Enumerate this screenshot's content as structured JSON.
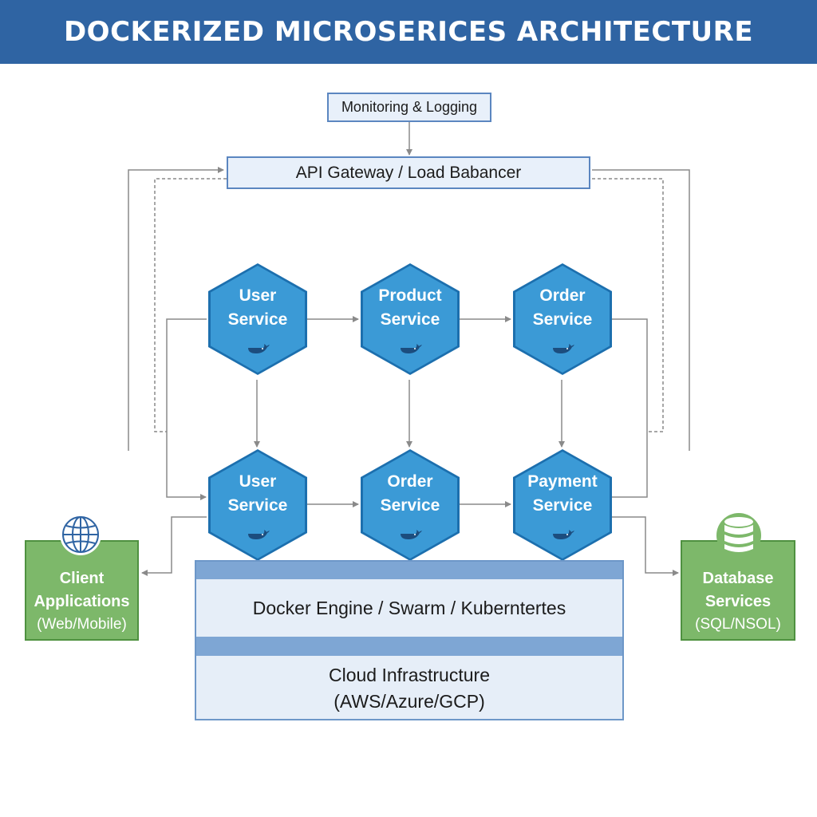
{
  "title": "DOCKERIZED MICROSERICES ARCHITECTURE",
  "monitoring": "Monitoring & Logging",
  "gateway": "API Gateway / Load Babancer",
  "services": [
    {
      "line1": "User",
      "line2": "Service",
      "icon": "docker-whale-icon"
    },
    {
      "line1": "Product",
      "line2": "Service",
      "icon": "docker-whale-icon"
    },
    {
      "line1": "Order",
      "line2": "Service",
      "icon": "docker-whale-icon"
    },
    {
      "line1": "User",
      "line2": "Service",
      "icon": "docker-whale-icon"
    },
    {
      "line1": "Order",
      "line2": "Service",
      "icon": "docker-whale-icon"
    },
    {
      "line1": "Payment",
      "line2": "Service",
      "icon": "docker-whale-icon"
    }
  ],
  "client": {
    "line1": "Client",
    "line2": "Applications",
    "line3": "(Web/Mobile)",
    "icon": "globe-icon"
  },
  "database": {
    "line1": "Database",
    "line2": "Services",
    "line3": "(SQL/NSOL)",
    "icon": "database-icon"
  },
  "platform": {
    "engine": "Docker Engine / Swarm / Kuberntertes",
    "cloud_line1": "Cloud Infrastructure",
    "cloud_line2": "(AWS/Azure/GCP)"
  },
  "colors": {
    "title_bar": "#2f64a3",
    "hexagon": "#3b9ad6",
    "side_box": "#7db86a",
    "platform_stripe": "#7ea6d4",
    "connector": "#8a8a8a"
  }
}
